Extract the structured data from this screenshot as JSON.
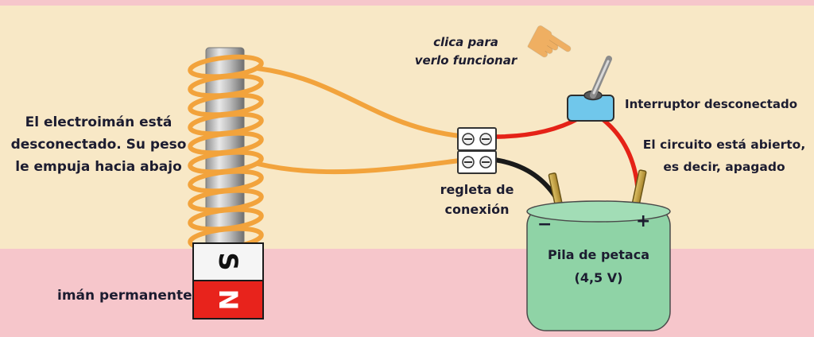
{
  "colors": {
    "background_cream": "#F8E8C6",
    "background_pink": "#F6C6CB",
    "wire_orange": "#F2A33C",
    "wire_red": "#E52217",
    "wire_black": "#1A1A1A",
    "switch_blue": "#70C7EB",
    "battery_green": "#8FD3A6",
    "magnet_red": "#E8231C",
    "text": "#1C1C30"
  },
  "electromagnet": {
    "caption_lines": [
      "El electroimán está",
      "desconectado. Su peso",
      "le empuja hacia abajo"
    ]
  },
  "permanent_magnet": {
    "label": "imán permanente",
    "pole_top": "S",
    "pole_bottom": "N"
  },
  "click_hint": {
    "lines": [
      "clica para",
      "verlo funcionar"
    ]
  },
  "terminal_strip": {
    "label_lines": [
      "regleta de",
      "conexión"
    ]
  },
  "switch": {
    "label": "Interruptor desconectado"
  },
  "circuit_status": {
    "lines": [
      "El circuito está abierto,",
      "es decir, apagado"
    ]
  },
  "battery": {
    "name": "Pila de petaca",
    "voltage": "(4,5 V)",
    "negative": "−",
    "positive": "+"
  },
  "icons": {
    "hand_pointer": "☛"
  }
}
